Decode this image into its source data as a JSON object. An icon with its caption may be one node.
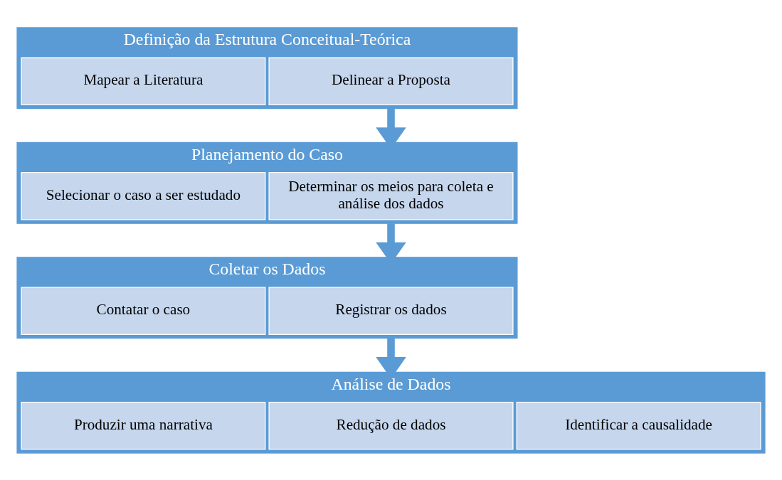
{
  "diagram": {
    "nodes": [
      {
        "text": [
          "Definição da Estrutura Conceitual-Teórica"
        ]
      },
      {
        "text": [
          "Mapear a Literatura"
        ],
        "in": 0
      },
      {
        "text": [
          "Delinear a Proposta"
        ],
        "in": 0
      },
      {
        "text": [
          "Planejamento do Caso"
        ]
      },
      {
        "text": [
          "Selecionar o caso a ser estudado"
        ],
        "in": 3
      },
      {
        "text": [
          "Determinar os meios para coleta e análise dos dados"
        ],
        "in": 3
      },
      {
        "text": [
          "Coletar os Dados"
        ]
      },
      {
        "text": [
          "Contatar o caso"
        ],
        "in": 6
      },
      {
        "text": [
          "Registrar os dados"
        ],
        "in": 6
      },
      {
        "text": [
          "Análise de Dados"
        ]
      },
      {
        "text": [
          "Produzir uma narrativa"
        ],
        "in": 9
      },
      {
        "text": [
          "Redução de dados"
        ],
        "in": 9
      },
      {
        "text": [
          "Identificar a causalidade"
        ],
        "in": 9
      }
    ],
    "edges": [
      {
        "from": 0,
        "to": 3,
        "arrow": "to"
      },
      {
        "from": 3,
        "to": 6,
        "arrow": "to"
      },
      {
        "from": 6,
        "to": 9,
        "arrow": "to"
      }
    ]
  }
}
